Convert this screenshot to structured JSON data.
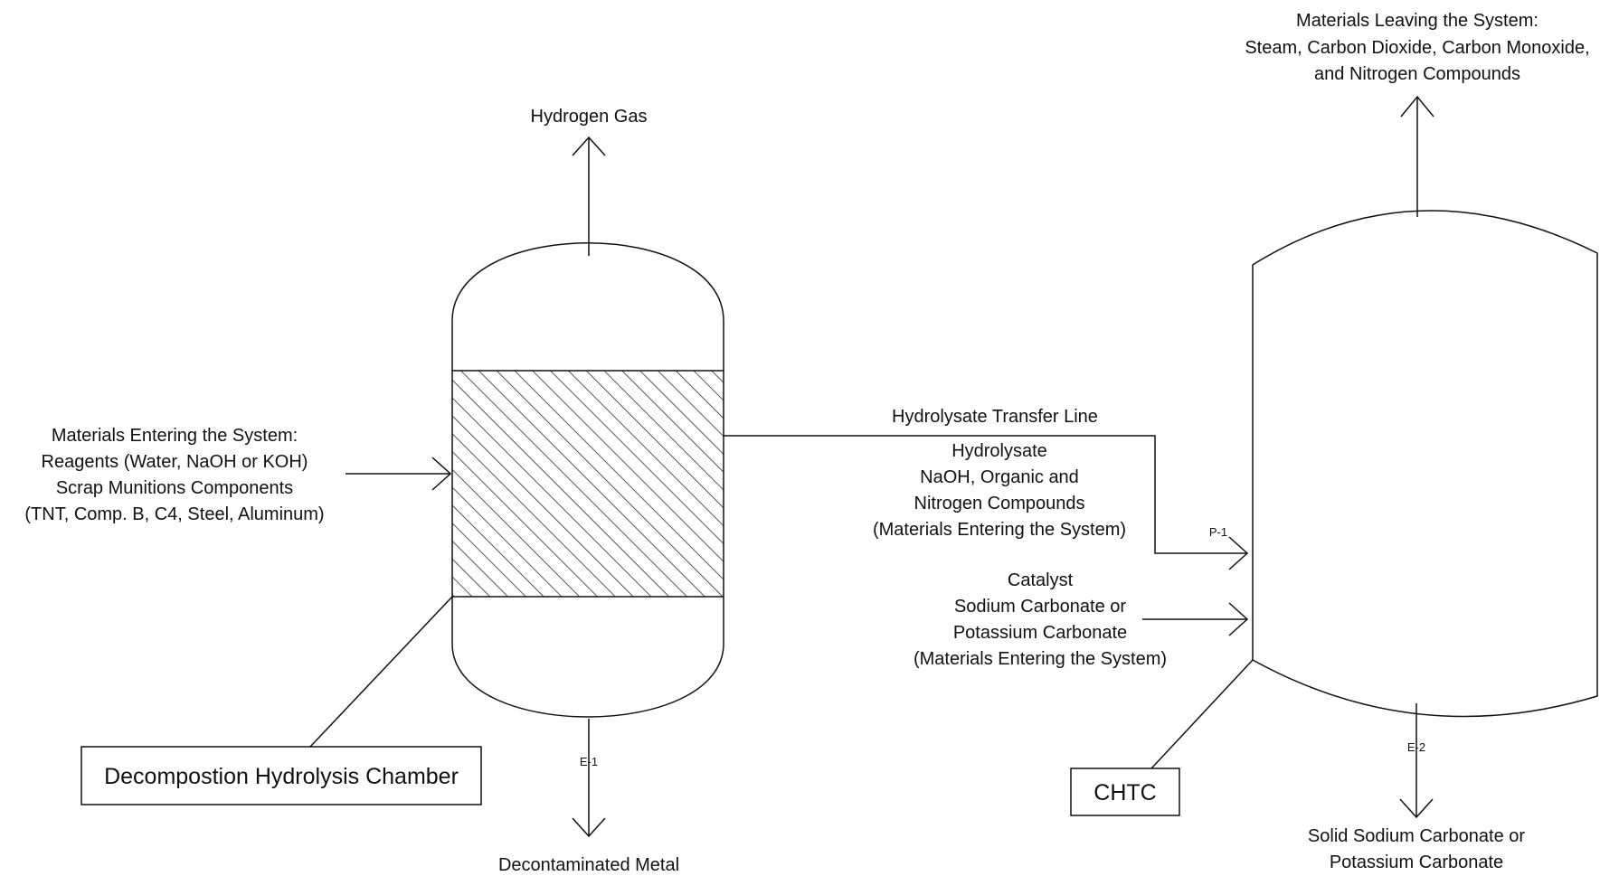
{
  "diagram": {
    "hydrogen_gas": "Hydrogen Gas",
    "materials_in": [
      "Materials Entering the System:",
      "Reagents (Water, NaOH or KOH)",
      "Scrap Munitions Components",
      "(TNT, Comp. B, C4, Steel, Aluminum)"
    ],
    "chamber_label": "Decompostion Hydrolysis Chamber",
    "e1_label": "E-1",
    "decon_metal": "Decontaminated Metal",
    "transfer_line": "Hydrolysate Transfer Line",
    "hydrolysate_lines": [
      "Hydrolysate",
      "NaOH, Organic and",
      "Nitrogen Compounds",
      "(Materials Entering the System)"
    ],
    "p1_label": "P-1",
    "catalyst_lines": [
      "Catalyst",
      "Sodium Carbonate or",
      "Potassium Carbonate",
      "(Materials Entering the System)"
    ],
    "materials_out": [
      "Materials Leaving the System:",
      "Steam, Carbon Dioxide, Carbon Monoxide,",
      "and Nitrogen Compounds"
    ],
    "chtc_label": "CHTC",
    "e2_label": "E-2",
    "solid_out": [
      "Solid Sodium Carbonate or",
      "Potassium Carbonate"
    ]
  }
}
